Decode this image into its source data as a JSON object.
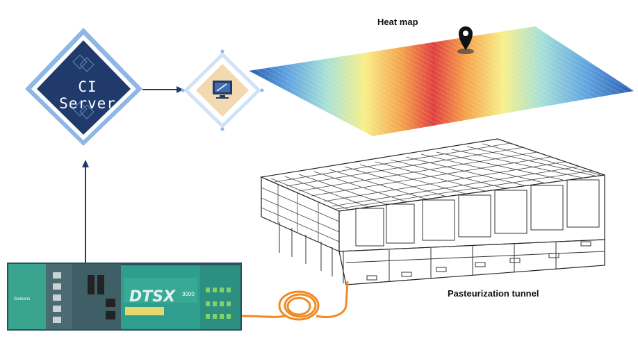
{
  "labels": {
    "ci_server": "CI Server",
    "heat_map": "Heat map",
    "pasteurization_tunnel": "Pasteurization tunnel",
    "plc_brand": "DTSX",
    "plc_model": "3000",
    "plc_small": "Siemens"
  },
  "colors": {
    "ci_dark_blue": "#1f3a6b",
    "ci_light_blue": "#8fb7e6",
    "arrow": "#1f3a6b",
    "fiber": "#f08a24",
    "plc_green": "#2f9e8f",
    "plc_panel": "#3aa58f",
    "heatmap_stops": [
      "#2b5db0",
      "#5fa3e0",
      "#a7e0d8",
      "#f7f08a",
      "#f5a04a",
      "#e04040",
      "#f5a04a",
      "#f7f08a",
      "#a7e0d8",
      "#5fa3e0",
      "#2b5db0"
    ]
  },
  "icons": [
    "monitor-icon",
    "map-pin-icon"
  ]
}
